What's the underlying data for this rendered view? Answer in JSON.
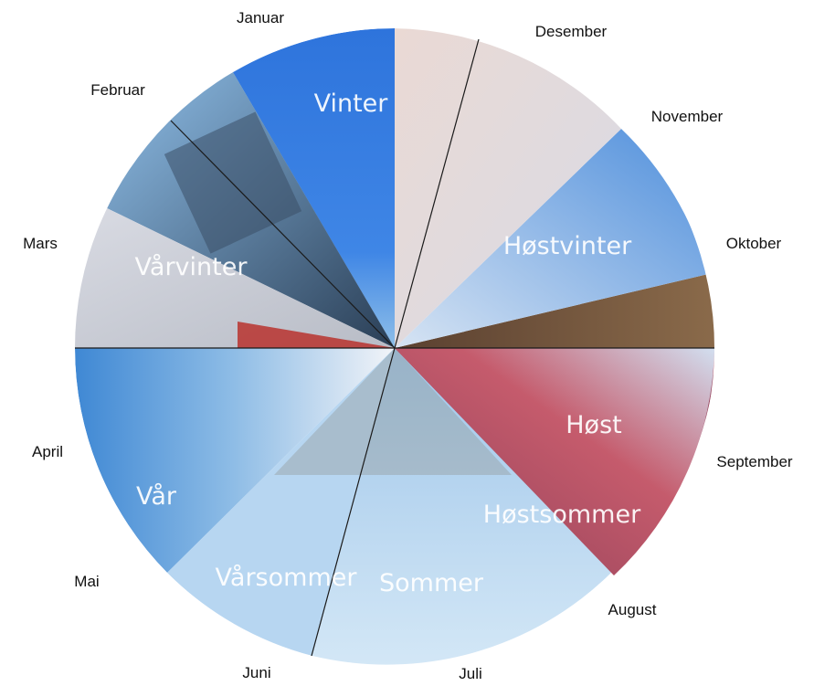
{
  "wheel": {
    "months": [
      "Januar",
      "Februar",
      "Mars",
      "April",
      "Mai",
      "Juni",
      "Juli",
      "August",
      "September",
      "Oktober",
      "November",
      "Desember"
    ],
    "seasons": [
      "Vinter",
      "Vårvinter",
      "Vår",
      "Vårsommer",
      "Sommer",
      "Høstsommer",
      "Høst",
      "Høstvinter"
    ]
  },
  "palette": {
    "vinter": "#2b6fd6",
    "varvinter": "#cfd3dc",
    "var": "#5d9bd8",
    "varsommer": "#a9cdee",
    "sommer": "#c4def2",
    "hostsommer": "#9a4a63",
    "host": "#c95a6f",
    "hostvinter": "#7aa6d8",
    "desember": "#e6d7d2",
    "divider": "#1a1a1a"
  }
}
